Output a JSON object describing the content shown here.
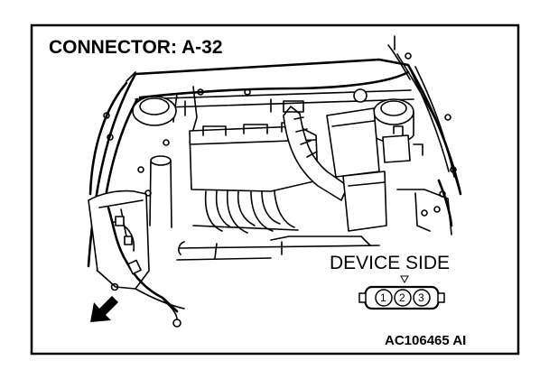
{
  "title": "CONNECTOR: A-32",
  "connector_label": "DEVICE SIDE",
  "pins": [
    "1",
    "2",
    "3"
  ],
  "reference_code": "AC106465 AI"
}
